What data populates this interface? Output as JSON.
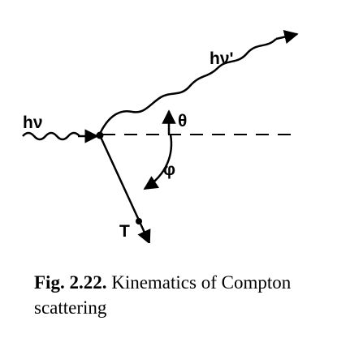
{
  "diagram": {
    "labels": {
      "incident_photon": "hν",
      "scattered_photon": "hν'",
      "photon_angle": "θ",
      "electron_angle": "φ",
      "electron_energy": "T"
    }
  },
  "caption": {
    "prefix": "Fig. 2.22.",
    "text": "Kinematics of Compton scattering"
  }
}
